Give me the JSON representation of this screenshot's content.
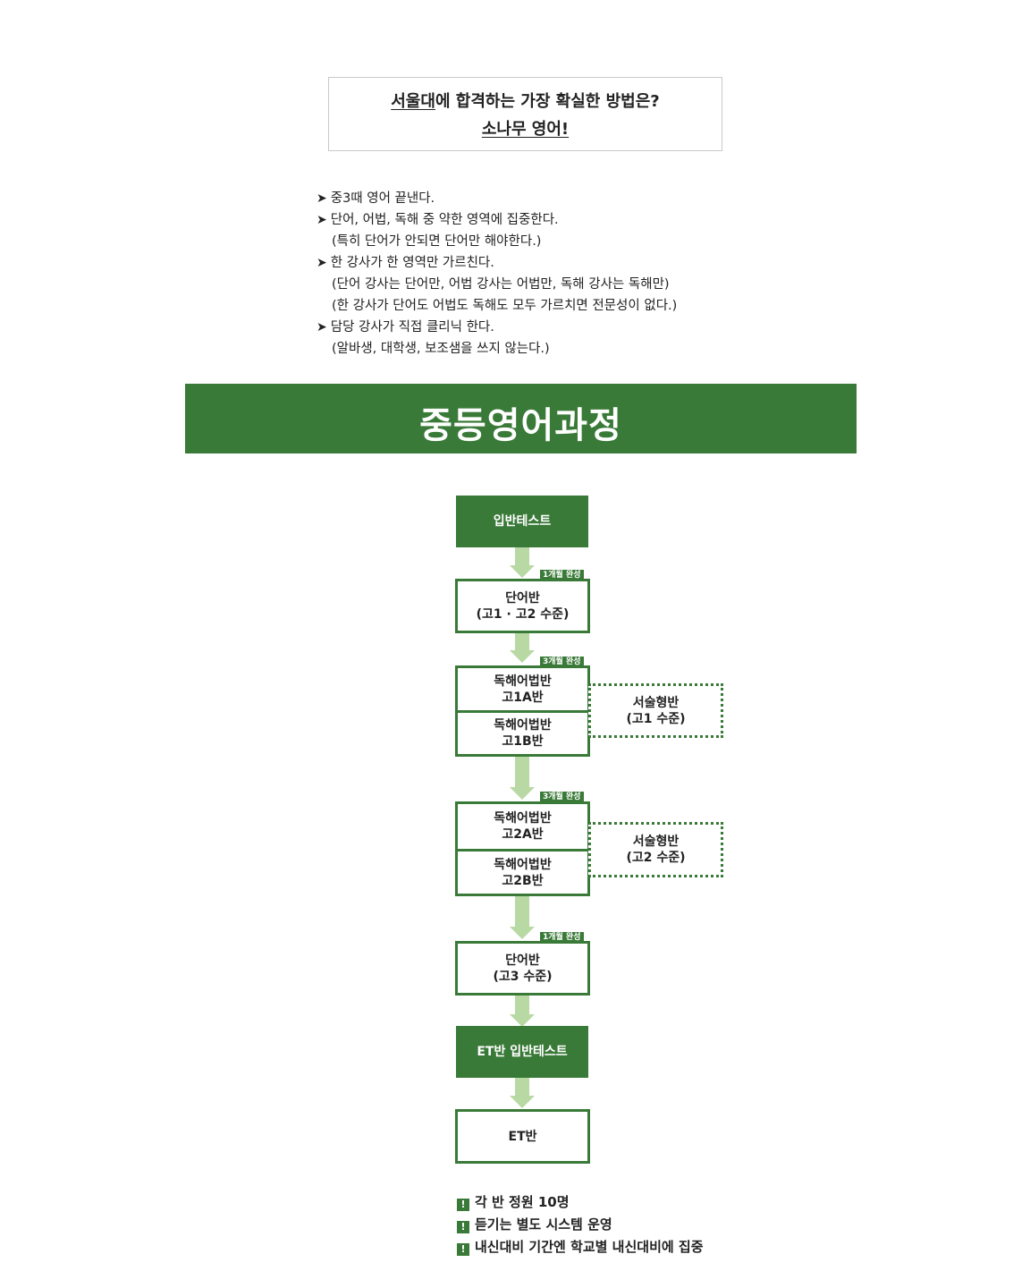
{
  "intro": {
    "line1_underlined": "서울대",
    "line1_rest": "에 합격하는 가장 확실한 방법은?",
    "line2": "소나무 영어!"
  },
  "bullets": [
    {
      "text": "중3때 영어 끝낸다.",
      "sub": []
    },
    {
      "text": "단어, 어법, 독해 중 약한 영역에 집중한다.",
      "sub": [
        "(특히 단어가 안되면 단어만 해야한다.)"
      ]
    },
    {
      "text": "한 강사가 한 영역만 가르친다.",
      "sub": [
        "(단어 강사는 단어만, 어법 강사는 어법만, 독해 강사는 독해만)",
        "(한 강사가 단어도 어법도 독해도 모두 가르치면 전문성이 없다.)"
      ]
    },
    {
      "text": "담당 강사가 직접 클리닉 한다.",
      "sub": [
        "(알바생, 대학생, 보조샘을 쓰지 않는다.)"
      ]
    }
  ],
  "bullet_symbol": "➤",
  "banner": {
    "title": "중등영어과정"
  },
  "flow": {
    "entry_test": "입반테스트",
    "word_class_1": {
      "line1": "단어반",
      "line2": "(고1 · 고2 수준)",
      "badge": "1개월 완성"
    },
    "g1_block": {
      "a_line1": "독해어법반",
      "a_line2": "고1A반",
      "b_line1": "독해어법반",
      "b_line2": "고1B반",
      "badge": "3개월 완성"
    },
    "g1_essay": {
      "line1": "서술형반",
      "line2": "(고1 수준)"
    },
    "g2_block": {
      "a_line1": "독해어법반",
      "a_line2": "고2A반",
      "b_line1": "독해어법반",
      "b_line2": "고2B반",
      "badge": "3개월 완성"
    },
    "g2_essay": {
      "line1": "서술형반",
      "line2": "(고2 수준)"
    },
    "word_class_3": {
      "line1": "단어반",
      "line2": "(고3 수준)",
      "badge": "1개월 완성"
    },
    "et_test": "ET반 입반테스트",
    "et_class": "ET반"
  },
  "notes": {
    "icon": "!",
    "items": [
      "각 반 정원 10명",
      "듣기는 별도 시스템 운영",
      "내신대비 기간엔 학교별 내신대비에 집중"
    ]
  },
  "colors": {
    "primary_green": "#3a7a38",
    "arrow_green": "#b8d9a4"
  }
}
